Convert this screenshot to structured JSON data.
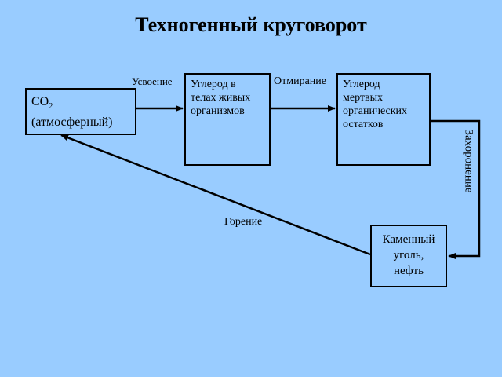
{
  "title": "Техногенный круговорот",
  "nodes": {
    "co2": {
      "text": "CO",
      "sub": "2",
      "line2": "(атмосферный)"
    },
    "living": {
      "lines": [
        "Углерод в",
        "телах живых",
        "организмов"
      ]
    },
    "dead": {
      "lines": [
        "Углерод",
        "мертвых",
        "органических",
        "остатков"
      ]
    },
    "coal": {
      "lines": [
        "Каменный",
        "уголь,",
        "нефть"
      ]
    }
  },
  "edges": {
    "uptake": "Усвоение",
    "death": "Отмирание",
    "burial": "Захоронение",
    "burning": "Горение"
  }
}
